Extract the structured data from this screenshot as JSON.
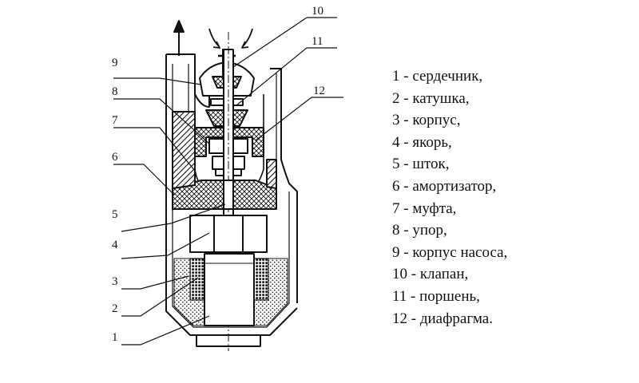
{
  "callouts": [
    "1",
    "2",
    "3",
    "4",
    "5",
    "6",
    "7",
    "8",
    "9",
    "10",
    "11",
    "12"
  ],
  "legend": [
    "1 - сердечник,",
    "2 - катушка,",
    "3 - корпус,",
    "4 - якорь,",
    "5 - шток,",
    "6 - амортизатор,",
    "7 - муфта,",
    "8 - упор,",
    "9 - корпус насоса,",
    "10 - клапан,",
    "11 - поршень,",
    "12 - диафрагма."
  ]
}
